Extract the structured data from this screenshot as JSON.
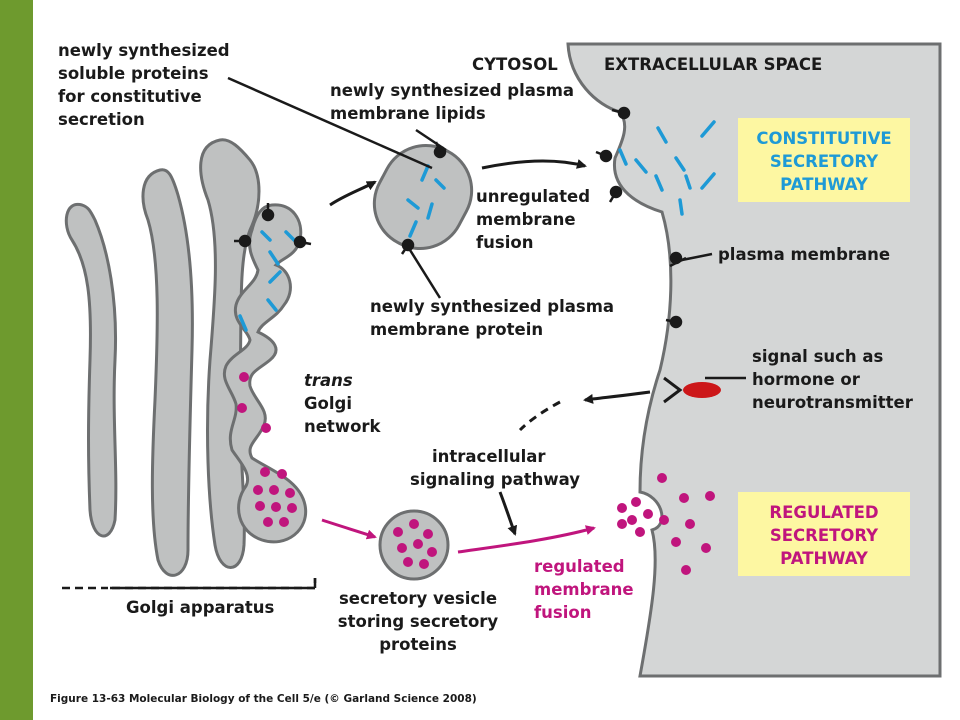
{
  "labels": {
    "cytosol": "CYTOSOL",
    "extracellular": "EXTRACELLULAR SPACE",
    "soluble": [
      "newly synthesized",
      "soluble proteins",
      "for constitutive",
      "secretion"
    ],
    "lipids": [
      "newly synthesized plasma",
      "membrane lipids"
    ],
    "unregulated": [
      "unregulated",
      "membrane",
      "fusion"
    ],
    "protein": [
      "newly synthesized plasma",
      "membrane protein"
    ],
    "plasma_membrane": "plasma membrane",
    "signal": [
      "signal such as",
      "hormone or",
      "neurotransmitter"
    ],
    "trans_golgi": [
      "trans",
      "Golgi",
      "network"
    ],
    "intracellular": [
      "intracellular",
      "signaling pathway"
    ],
    "regulated_fusion": [
      "regulated",
      "membrane",
      "fusion"
    ],
    "secretory_vesicle": [
      "secretory vesicle",
      "storing secretory",
      "proteins"
    ],
    "golgi_apparatus": "Golgi apparatus",
    "constitutive_box": [
      "CONSTITUTIVE",
      "SECRETORY",
      "PATHWAY"
    ],
    "regulated_box": [
      "REGULATED",
      "SECRETORY",
      "PATHWAY"
    ],
    "caption": "Figure 13-63  Molecular Biology of the Cell 5/e (© Garland Science 2008)"
  },
  "colors": {
    "green_bar": "#6e9a2e",
    "extracellular": "#d4d6d6",
    "organelle_fill": "#bfc1c1",
    "outline": "#6d6f70",
    "cyan": "#1e9ad6",
    "magenta": "#c0157d",
    "yellow_box": "#fdf7a2",
    "signal_red": "#cc1719"
  }
}
